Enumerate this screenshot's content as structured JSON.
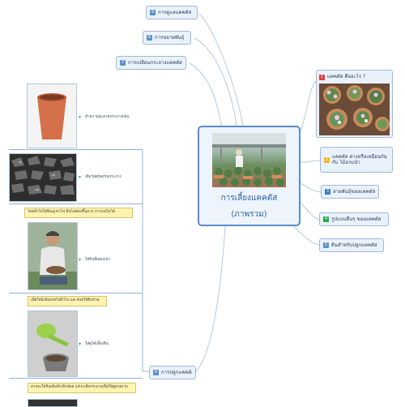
{
  "central": {
    "title_line1": "การเลี้ยงแคคตัส",
    "title_line2": "(ภาพรวม)"
  },
  "topics": {
    "t1": {
      "num": "1",
      "label": "แคคตัส คืออะไร ?",
      "color": "#e23c3c"
    },
    "t2": {
      "num": "2",
      "label_line1": "แคคตัส ต่างหรือเหมือนกัน",
      "label_line2": "กับ ไม้อวบน้ำ",
      "color": "#f5b820"
    },
    "t3": {
      "num": "3",
      "label": "สายพันธุ์ของแคคตัส",
      "color": "#3a7ac8"
    },
    "t4": {
      "num": "4",
      "label": "รูปแบบอื่นๆ ของแคคตัส",
      "color": "#2ea84a"
    },
    "t5": {
      "num": "5",
      "label": "ดินสำหรับปลูกแคคตัส",
      "color": "#5a8fcf"
    },
    "t6": {
      "num": "6",
      "label": "การปลูกแคคตัส",
      "color": "#5a8fcf"
    },
    "t7": {
      "num": "7",
      "label": "การเปลี่ยนกระถางแคคตัส",
      "color": "#5a8fcf"
    },
    "t8": {
      "num": "8",
      "label": "การขยายพันธุ์",
      "color": "#5a8fcf"
    },
    "t9": {
      "num": "9",
      "label": "การดูแลแคคตัส",
      "color": "#5a8fcf"
    }
  },
  "steps": {
    "s1": {
      "caption": "ทำความสะอาดกระถางก่อน"
    },
    "s2": {
      "caption": "เติมวัสดุรองก้นกระถาง"
    },
    "s3": {
      "note": "โดยทั่วไปใส่หินภูเขาไฟ ดินไม่ต้องขึ้นมาก ถากแน่ไม่ได้",
      "caption": "ใส่หินที่ผสมแล้ว"
    },
    "s4": {
      "note": "เพื่อให้มีเพียงกดไปทั่วไป และช่วยให้ดินร่วน",
      "caption": "ใส่ดูได้เลี้ยงดิน"
    },
    "s5": {
      "note": "อาจจะใส่หินเพิ่มอีกเล็กน้อย แล้วเกลี่ยกระถางเพื่อให้ดูสวยงาม"
    }
  }
}
